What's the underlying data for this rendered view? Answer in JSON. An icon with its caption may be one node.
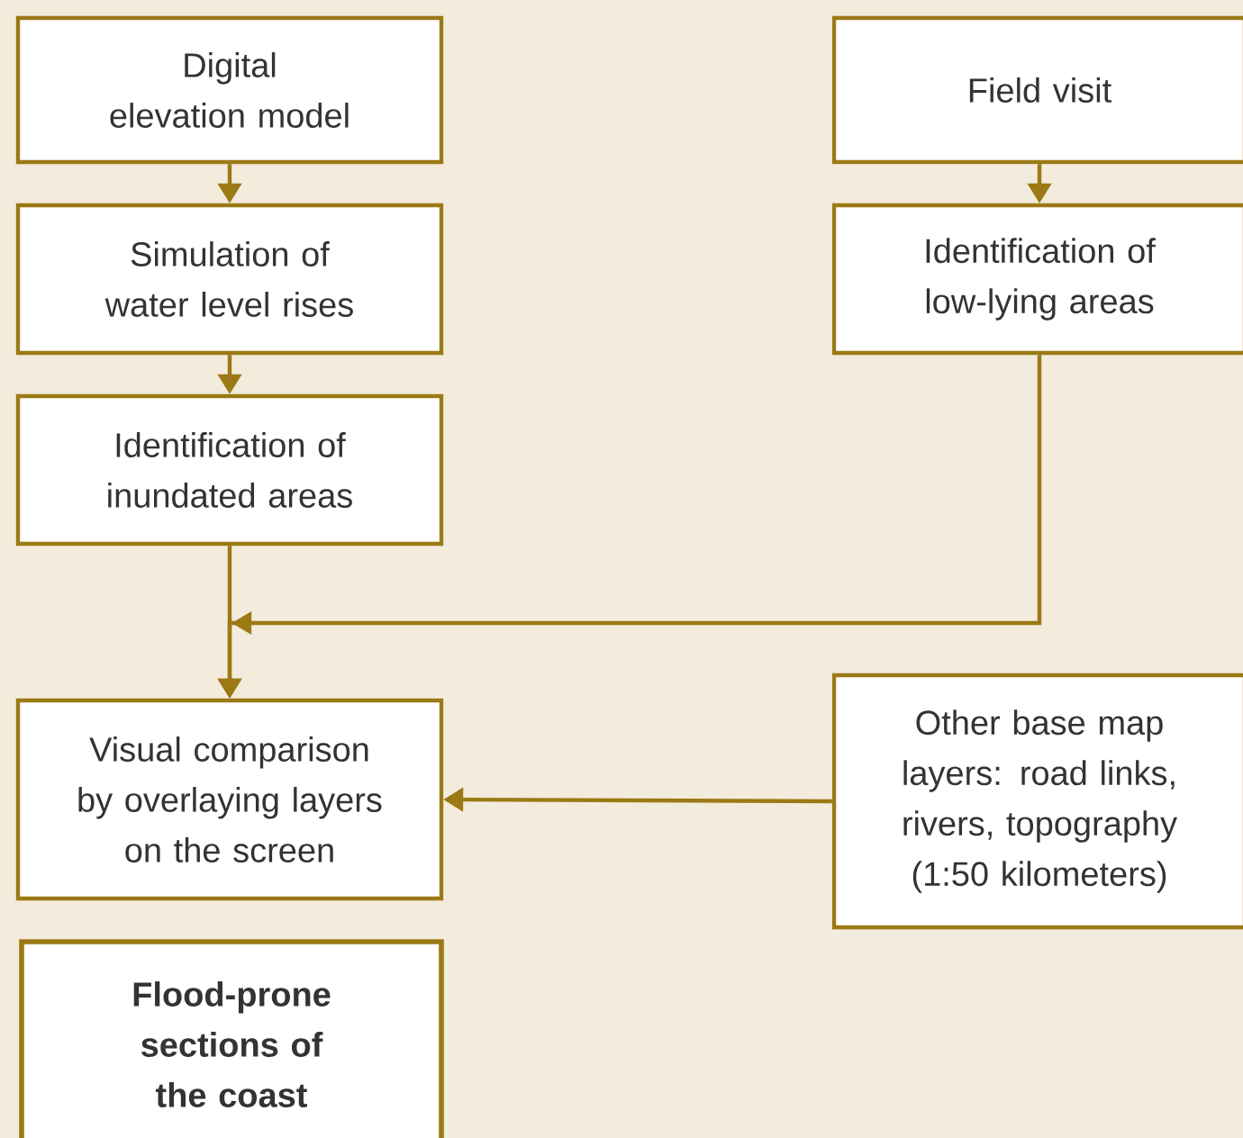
{
  "diagram": {
    "nodes": [
      {
        "text": [
          "Digital elevation model"
        ]
      },
      {
        "text": [
          "Simulation of water level rises"
        ]
      },
      {
        "text": [
          "Identification of inundated areas"
        ]
      },
      {
        "text": [
          "Field visit"
        ]
      },
      {
        "text": [
          "Identification of low-lying areas"
        ]
      },
      {
        "text": [
          "Visual comparison by overlaying layers on the screen"
        ]
      },
      {
        "text": [
          "Other base map layers: road links, rivers, topography (1:50 kilometers)"
        ]
      },
      {
        "text": [
          "Flood-prone sections of the coast"
        ]
      }
    ],
    "edges": [
      {
        "from": 0,
        "to": 1,
        "arrow": "to"
      },
      {
        "from": 1,
        "to": 2,
        "arrow": "to"
      },
      {
        "from": 3,
        "to": 4,
        "arrow": "to"
      },
      {
        "from": 2,
        "to": 5,
        "arrow": "to"
      },
      {
        "from": 4,
        "to": 5,
        "arrow": "to"
      },
      {
        "from": 6,
        "to": 5,
        "arrow": "to"
      }
    ]
  }
}
